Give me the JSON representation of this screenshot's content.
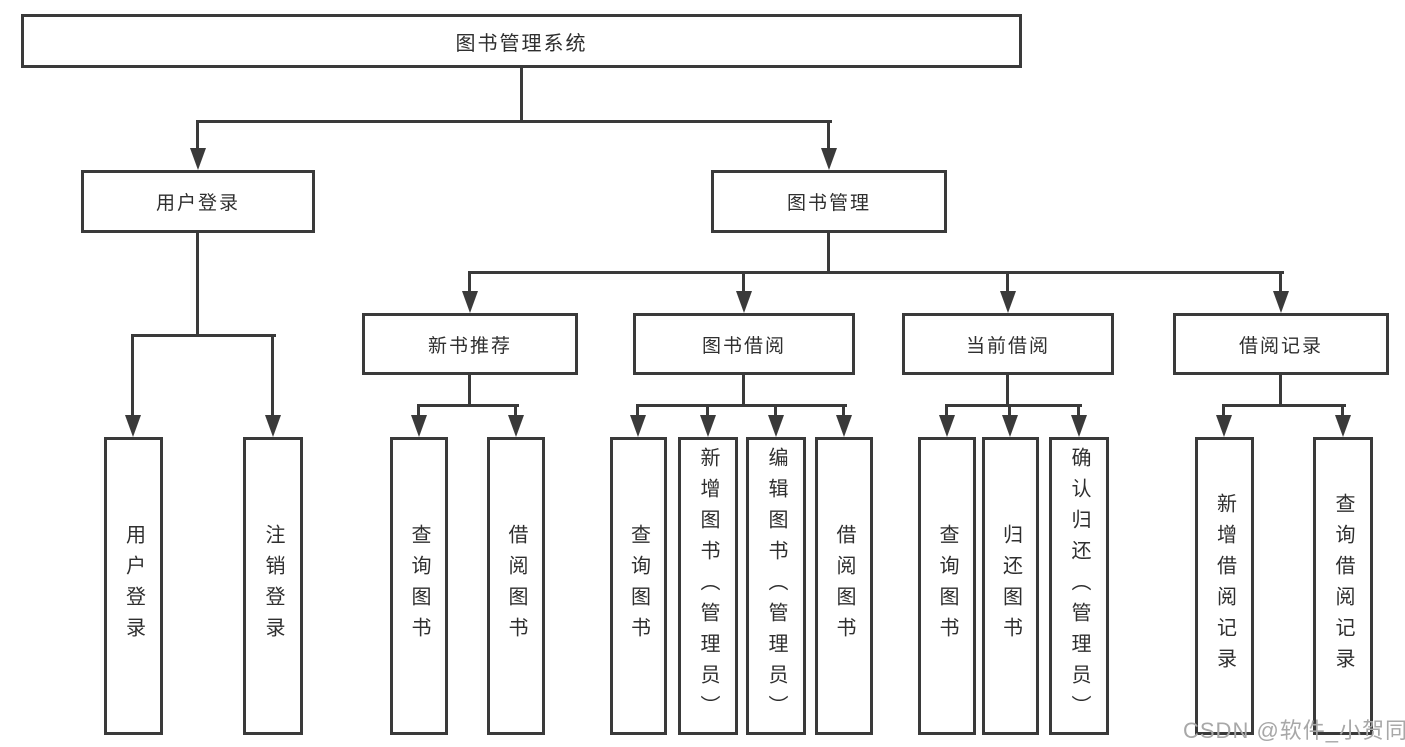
{
  "tree": {
    "root": {
      "label": "图书管理系统"
    },
    "level2": [
      {
        "id": "user-login",
        "label": "用户登录"
      },
      {
        "id": "book-management",
        "label": "图书管理"
      }
    ],
    "level3": [
      {
        "id": "new-book-recommendation",
        "label": "新书推荐",
        "parent": "book-management"
      },
      {
        "id": "book-borrowing",
        "label": "图书借阅",
        "parent": "book-management"
      },
      {
        "id": "current-borrowing",
        "label": "当前借阅",
        "parent": "book-management"
      },
      {
        "id": "borrowing-records",
        "label": "借阅记录",
        "parent": "book-management"
      }
    ],
    "leaves": [
      {
        "id": "user-login-action",
        "label": "用户登录",
        "parent": "user-login"
      },
      {
        "id": "logout-action",
        "label": "注销登录",
        "parent": "user-login"
      },
      {
        "id": "query-books-recommend",
        "label": "查询图书",
        "parent": "new-book-recommendation"
      },
      {
        "id": "borrow-books-recommend",
        "label": "借阅图书",
        "parent": "new-book-recommendation"
      },
      {
        "id": "query-books-borrowing",
        "label": "查询图书",
        "parent": "book-borrowing"
      },
      {
        "id": "add-books-admin",
        "label": "新增图书（管理员）",
        "parent": "book-borrowing"
      },
      {
        "id": "edit-books-admin",
        "label": "编辑图书（管理员）",
        "parent": "book-borrowing"
      },
      {
        "id": "borrow-books-borrowing",
        "label": "借阅图书",
        "parent": "book-borrowing"
      },
      {
        "id": "query-books-current",
        "label": "查询图书",
        "parent": "current-borrowing"
      },
      {
        "id": "return-books",
        "label": "归还图书",
        "parent": "current-borrowing"
      },
      {
        "id": "confirm-return-admin",
        "label": "确认归还（管理员）",
        "parent": "current-borrowing"
      },
      {
        "id": "add-borrow-record",
        "label": "新增借阅记录",
        "parent": "borrowing-records"
      },
      {
        "id": "query-borrow-record",
        "label": "查询借阅记录",
        "parent": "borrowing-records"
      }
    ]
  },
  "watermark": {
    "text": "CSDN @软件_小贺同学"
  },
  "colors": {
    "line": "#3a3a3a",
    "text": "#2f2f2f",
    "watermark": "#a8a8a8",
    "background": "#ffffff"
  }
}
